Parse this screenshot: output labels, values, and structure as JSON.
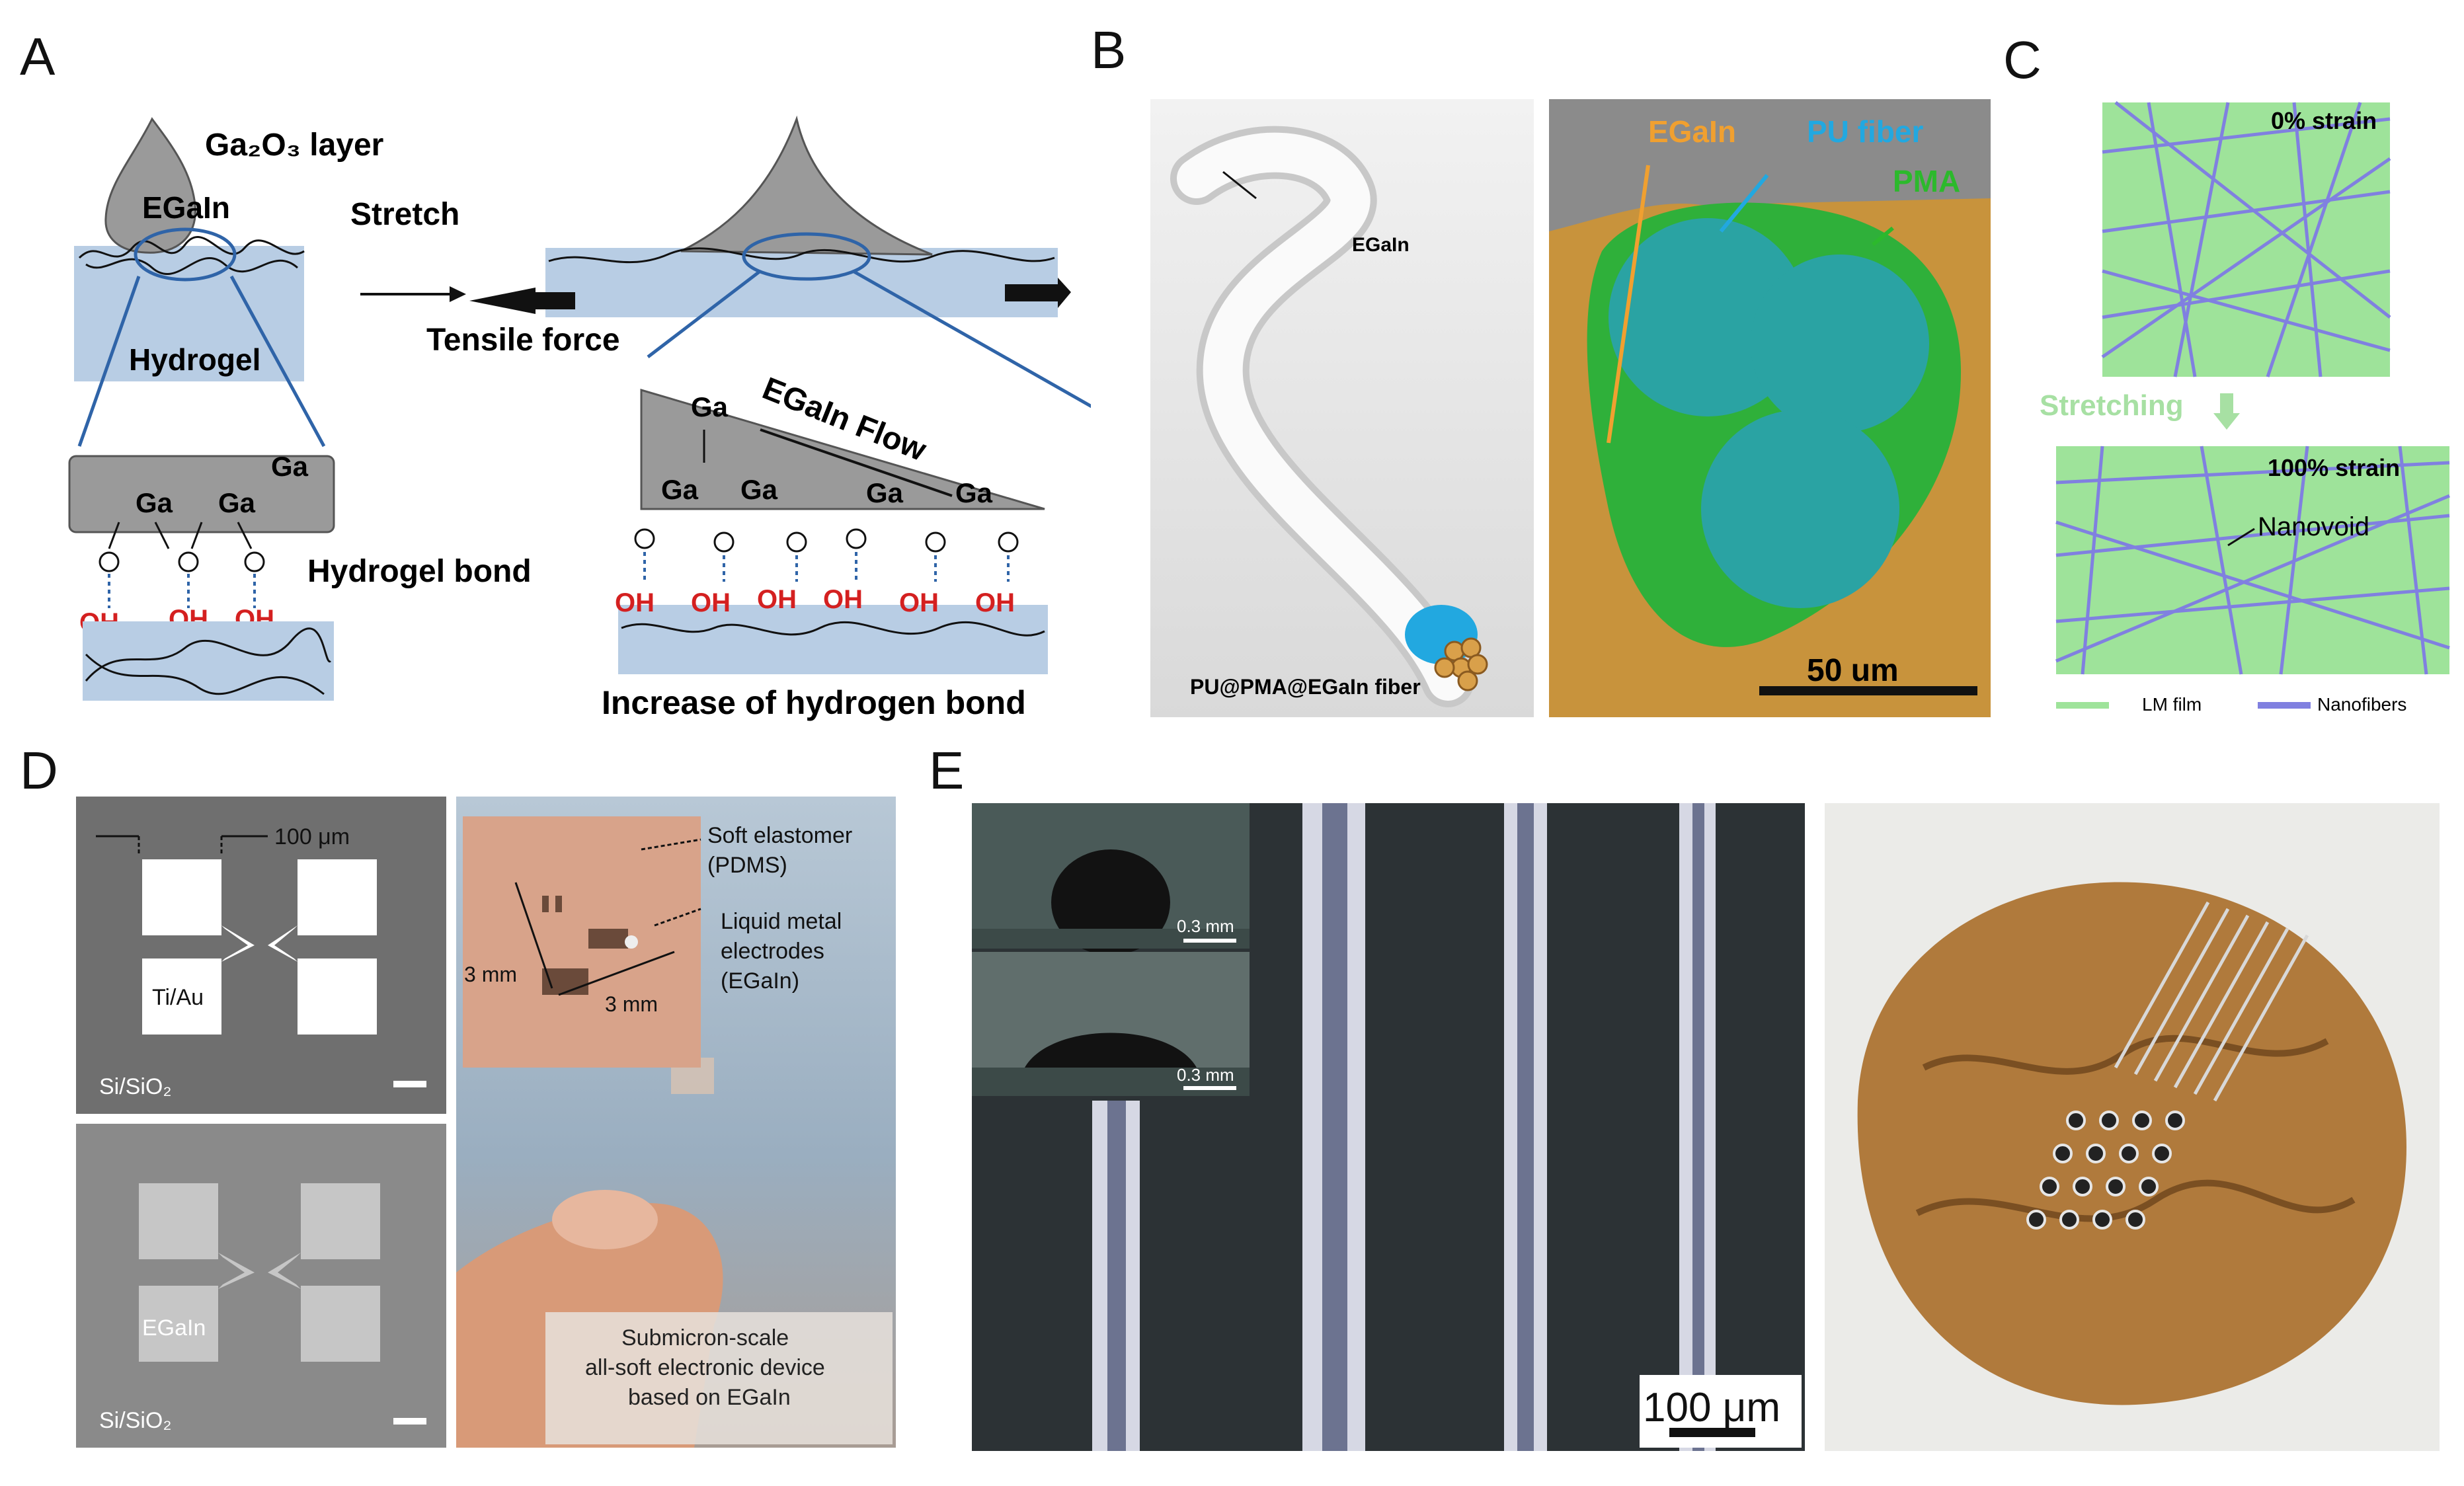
{
  "figure": {
    "panels": {
      "A": "A",
      "B": "B",
      "C": "C",
      "D": "D",
      "E": "E"
    }
  },
  "panelA": {
    "ga2o3_layer": "Ga₂O₃ layer",
    "egain": "EGaIn",
    "hydrogel": "Hydrogel",
    "stretch": "Stretch",
    "tensile_force": "Tensile force",
    "egain_flow": "EGaIn Flow",
    "ga": "Ga",
    "o": "O",
    "oh": "OH",
    "hydrogel_bond": "Hydrogel bond",
    "increase_hydrogen_bond": "Increase of hydrogen bond"
  },
  "panelB": {
    "egain_label_left": "EGaIn",
    "fiber_caption": "PU@PMA@EGaIn fiber",
    "egain_label_right": "EGaIn",
    "pu_fiber": "PU fiber",
    "pma": "PMA",
    "scale": "50 um",
    "colors": {
      "egain": "#f0a030",
      "pu": "#22a8e0",
      "pma": "#2cb92c",
      "teal": "#2aa3a3"
    }
  },
  "panelC": {
    "strain0": "0% strain",
    "stretching": "Stretching",
    "strain100": "100% strain",
    "nanovoid": "Nanovoid",
    "legend_lm": "LM film",
    "legend_nano": "Nanofibers",
    "colors": {
      "lm": "#9ee39a",
      "nano": "#8080e0"
    }
  },
  "panelD": {
    "dim": "100 μm",
    "tiau": "Ti/Au",
    "sisio2_top": "Si/SiO₂",
    "egain": "EGaIn",
    "sisio2_bottom": "Si/SiO₂",
    "soft_elastomer": "Soft elastomer",
    "pdms": "(PDMS)",
    "lm_electrodes_1": "Liquid metal",
    "lm_electrodes_2": "electrodes",
    "lm_electrodes_3": "(EGaIn)",
    "dim3a": "3 mm",
    "dim3b": "3 mm",
    "caption1": "Submicron-scale",
    "caption2": "all-soft electronic device",
    "caption3": "based on EGaIn"
  },
  "panelE": {
    "scale_inset1": "0.3 mm",
    "scale_inset2": "0.3 mm",
    "scale_main": "100 μm"
  }
}
